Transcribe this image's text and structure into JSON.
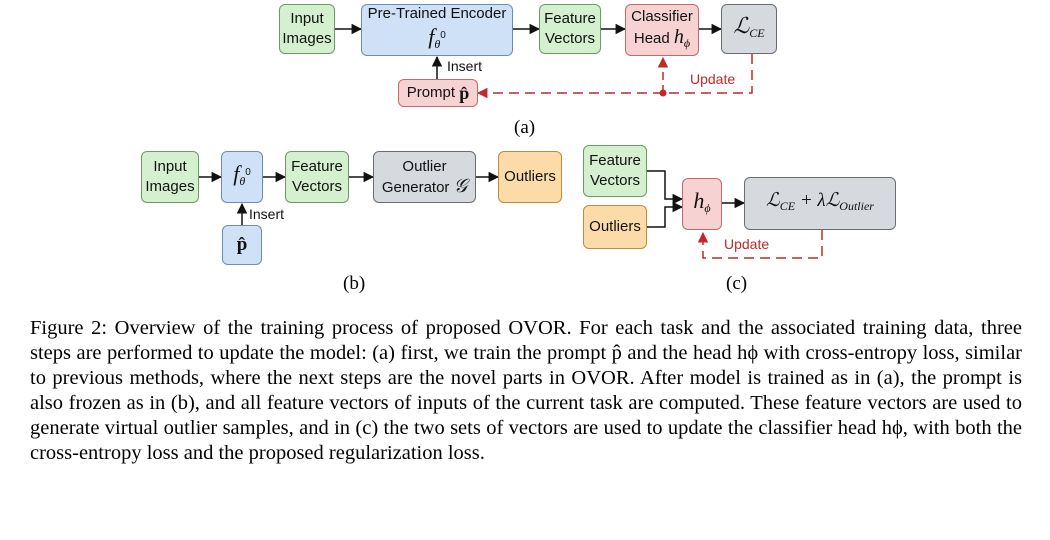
{
  "panel_a": {
    "input_images": [
      "Input",
      "Images"
    ],
    "encoder_label": "Pre-Trained Encoder",
    "encoder_symbol": "f",
    "encoder_sub": "θ",
    "encoder_sup": "0",
    "feature_vectors": [
      "Feature",
      "Vectors"
    ],
    "classifier": [
      "Classifier",
      "Head"
    ],
    "head_symbol": "h",
    "head_sub": "ϕ",
    "loss": "ℒ",
    "loss_sub": "CE",
    "prompt": "Prompt",
    "prompt_symbol": "p̂",
    "insert": "Insert",
    "update": "Update",
    "caption": "(a)"
  },
  "panel_b": {
    "input_images": [
      "Input",
      "Images"
    ],
    "encoder_symbol": "f",
    "encoder_sub": "θ",
    "encoder_sup": "0",
    "feature_vectors": [
      "Feature",
      "Vectors"
    ],
    "outlier_generator": [
      "Outlier",
      "Generator"
    ],
    "generator_symbol": "𝒢",
    "outliers": "Outliers",
    "prompt_symbol": "p̂",
    "insert": "Insert",
    "caption": "(b)"
  },
  "panel_c": {
    "feature_vectors": [
      "Feature",
      "Vectors"
    ],
    "outliers": "Outliers",
    "head_symbol": "h",
    "head_sub": "ϕ",
    "loss_text": "ℒ",
    "loss_ce": "CE",
    "loss_plus": " + λℒ",
    "loss_outlier": "Outlier",
    "update": "Update",
    "caption": "(c)"
  },
  "caption_text": "Figure 2: Overview of the training process of proposed OVOR. For each task and the associated training data, three steps are performed to update the model: (a) first, we train the prompt p̂ and the head hϕ with cross-entropy loss, similar to previous methods, where the next steps are the novel parts in OVOR. After model is trained as in (a), the prompt is also frozen as in (b), and all feature vectors of inputs of the current task are computed. These feature vectors are used to generate virtual outlier samples, and in (c) the two sets of vectors are used to update the classifier head hϕ, with both the cross-entropy loss and the proposed regularization loss.",
  "colors": {
    "green": "#d5f0cf",
    "blue": "#cfe1f7",
    "pink": "#f7d2d2",
    "gray": "#d6d9de",
    "orange": "#fbdca8",
    "update_red": "#c0282a"
  }
}
